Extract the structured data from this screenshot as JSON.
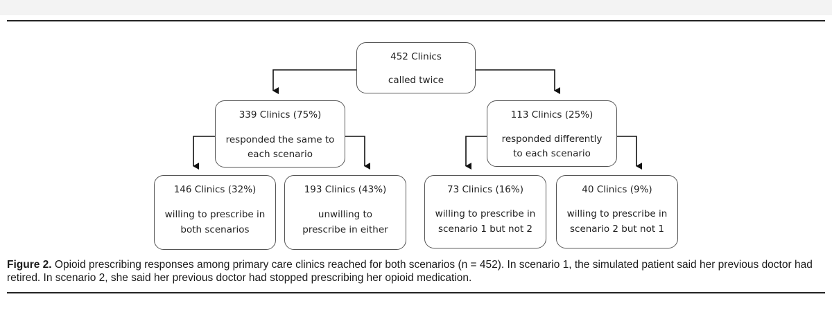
{
  "nodes": {
    "root": {
      "title": "452 Clinics",
      "line1": "called twice",
      "line2": ""
    },
    "same": {
      "title": "339 Clinics (75%)",
      "line1": "responded the same to",
      "line2": "each scenario"
    },
    "diff": {
      "title": "113 Clinics (25%)",
      "line1": "responded differently",
      "line2": "to each scenario"
    },
    "both": {
      "title": "146 Clinics (32%)",
      "line1": "willing to prescribe in",
      "line2": "both scenarios"
    },
    "neither": {
      "title": "193 Clinics (43%)",
      "line1": "unwilling to",
      "line2": "prescribe in either"
    },
    "s1only": {
      "title": "73 Clinics (16%)",
      "line1": "willing to prescribe in",
      "line2": "scenario 1 but not 2"
    },
    "s2only": {
      "title": "40 Clinics (9%)",
      "line1": "willing to prescribe in",
      "line2": "scenario 2 but not 1"
    }
  },
  "caption": {
    "label": "Figure 2.",
    "text": " Opioid prescribing responses among primary care clinics reached for both scenarios (n = 452). In scenario 1, the simulated patient said her previous doctor had retired. In scenario 2, she said her previous doctor had stopped prescribing her opioid medication."
  }
}
